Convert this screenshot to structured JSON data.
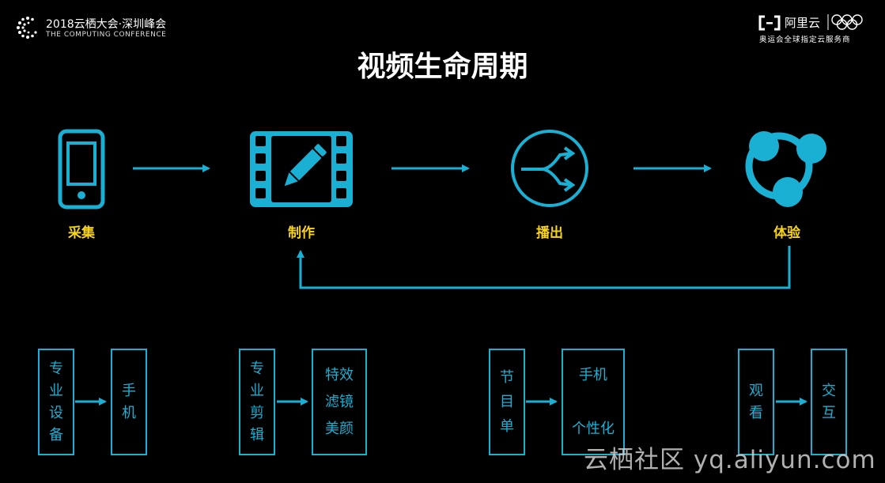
{
  "header": {
    "conference_title": "2018云栖大会·深圳峰会",
    "conference_subtitle": "THE COMPUTING CONFERENCE",
    "brand_name": "阿里云",
    "brand_subtitle": "奥运会全球指定云服务商"
  },
  "title": "视频生命周期",
  "stages": [
    {
      "label": "采集",
      "icon": "smartphone-icon"
    },
    {
      "label": "制作",
      "icon": "film-edit-icon"
    },
    {
      "label": "播出",
      "icon": "split-arrows-icon"
    },
    {
      "label": "体验",
      "icon": "share-network-icon"
    }
  ],
  "details": [
    {
      "left": "专业设备",
      "right": "手机"
    },
    {
      "left": "专业剪辑",
      "right_lines": [
        "特效",
        "滤镜",
        "美颜"
      ]
    },
    {
      "left": "节目单",
      "right_lines": [
        "手机",
        "个性化"
      ]
    },
    {
      "left": "观看",
      "right": "交互"
    }
  ],
  "watermark": "云栖社区 yq.aliyun.com",
  "colors": {
    "accent": "#1ab0d4",
    "label": "#f7d41a",
    "background": "#000000"
  }
}
